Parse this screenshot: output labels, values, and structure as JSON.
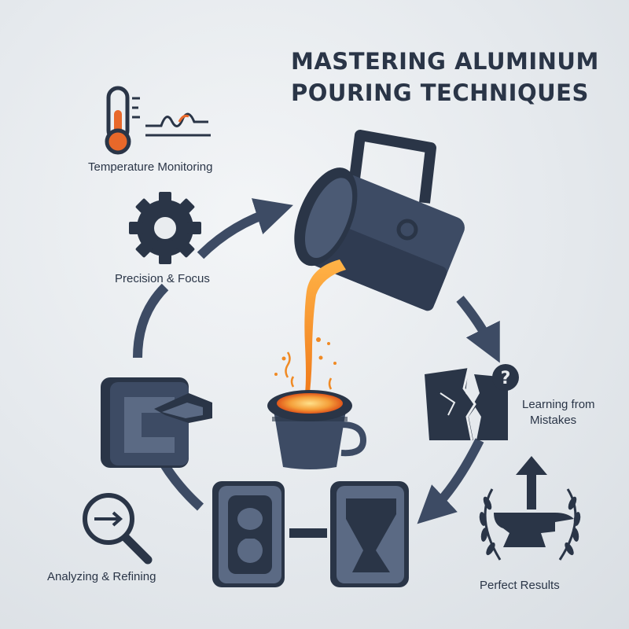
{
  "title": {
    "line1": "MASTERING ALUMINUM",
    "line2": "POURING TECHNIQUES"
  },
  "steps": [
    {
      "label": "Temperature Monitoring",
      "icon": "thermometer-icon"
    },
    {
      "label": "Precision & Focus",
      "icon": "gear-icon"
    },
    {
      "label": "Learning from",
      "label2": "Mistakes",
      "icon": "broken-mold-icon"
    },
    {
      "label": "Perfect Results",
      "icon": "anvil-laurel-icon"
    },
    {
      "label": "Analyzing & Refining",
      "icon": "magnifier-icon"
    }
  ],
  "colors": {
    "navy": "#2a3547",
    "steel": "#3d4b64",
    "molten": "#f08a24",
    "accent": "#e8682a"
  }
}
